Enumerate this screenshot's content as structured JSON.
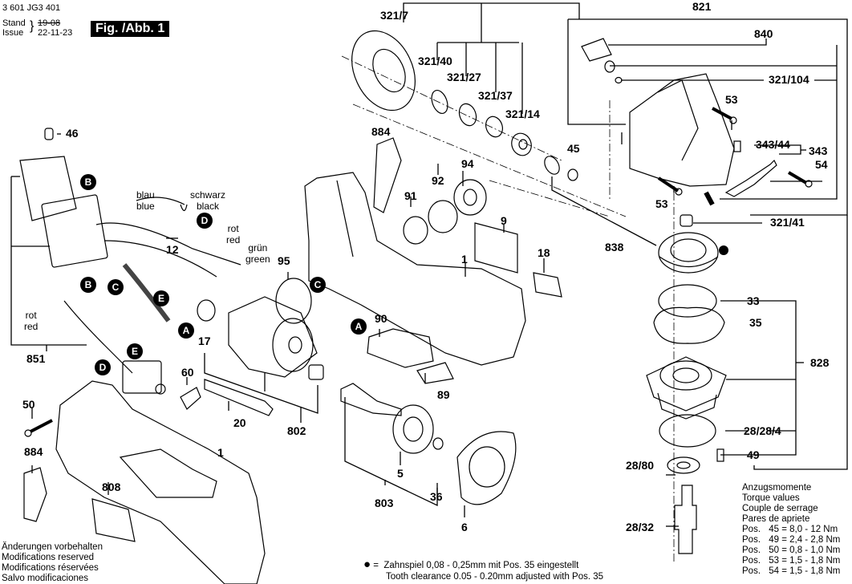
{
  "header": {
    "part_number": "3 601 JG3 401",
    "stand_label": "Stand",
    "issue_label": "Issue",
    "old_date": "19-08",
    "new_date": "22-11-23",
    "figure_label": "Fig. /Abb. 1"
  },
  "part_labels": {
    "p321_7": "321/7",
    "p321_40": "321/40",
    "p321_27": "321/27",
    "p321_37": "321/37",
    "p321_14": "321/14",
    "p821": "821",
    "p840": "840",
    "p321_104": "321/104",
    "p53a": "53",
    "p343_44": "343/44",
    "p343": "343",
    "p54": "54",
    "p53b": "53",
    "p321_41": "321/41",
    "p45": "45",
    "p884a": "884",
    "p94": "94",
    "p92": "92",
    "p91": "91",
    "p9": "9",
    "p838": "838",
    "p46": "46",
    "p12": "12",
    "p95": "95",
    "p1a": "1",
    "p18": "18",
    "p33": "33",
    "p35": "35",
    "p828": "828",
    "p851": "851",
    "p17": "17",
    "p90": "90",
    "p89": "89",
    "p60": "60",
    "p50": "50",
    "p20": "20",
    "p802": "802",
    "p28_28_4": "28/28/4",
    "p49": "49",
    "p28_80": "28/80",
    "p884b": "884",
    "p1b": "1",
    "p5": "5",
    "p808": "808",
    "p803": "803",
    "p36": "36",
    "p6": "6",
    "p28_32": "28/32"
  },
  "wire_labels": {
    "blue": [
      "blau",
      "blue"
    ],
    "black": [
      "schwarz",
      "black"
    ],
    "red1": [
      "rot",
      "red"
    ],
    "green": [
      "grün",
      "green"
    ],
    "red2": [
      "rot",
      "red"
    ]
  },
  "connectors": {
    "B1": "B",
    "D1": "D",
    "B2": "B",
    "C1": "C",
    "E1": "E",
    "A1": "A",
    "C2": "C",
    "A2": "A",
    "E2": "E",
    "D2": "D"
  },
  "torque": {
    "title": [
      "Anzugsmomente",
      "Torque values",
      "Couple de serrage",
      "Pares de apriete"
    ],
    "rows": [
      {
        "pos": "Pos.",
        "item": "45",
        "value": "= 8,0 - 12  Nm"
      },
      {
        "pos": "Pos.",
        "item": "49",
        "value": "= 2,4 - 2,8 Nm"
      },
      {
        "pos": "Pos.",
        "item": "50",
        "value": "= 0,8 - 1,0 Nm"
      },
      {
        "pos": "Pos.",
        "item": "53",
        "value": "= 1,5 - 1,8 Nm"
      },
      {
        "pos": "Pos.",
        "item": "54",
        "value": "= 1,5 - 1,8 Nm"
      }
    ]
  },
  "note": {
    "symbol": "●",
    "eq": "=",
    "line1": "Zahnspiel 0,08 - 0,25mm mit Pos. 35 eingestellt",
    "line2": "Tooth clearance 0.05 - 0.20mm adjusted with Pos. 35"
  },
  "footer": [
    "Änderungen vorbehalten",
    "Modifications reserved",
    "Modifications réservées",
    "Salvo modificaciones"
  ]
}
